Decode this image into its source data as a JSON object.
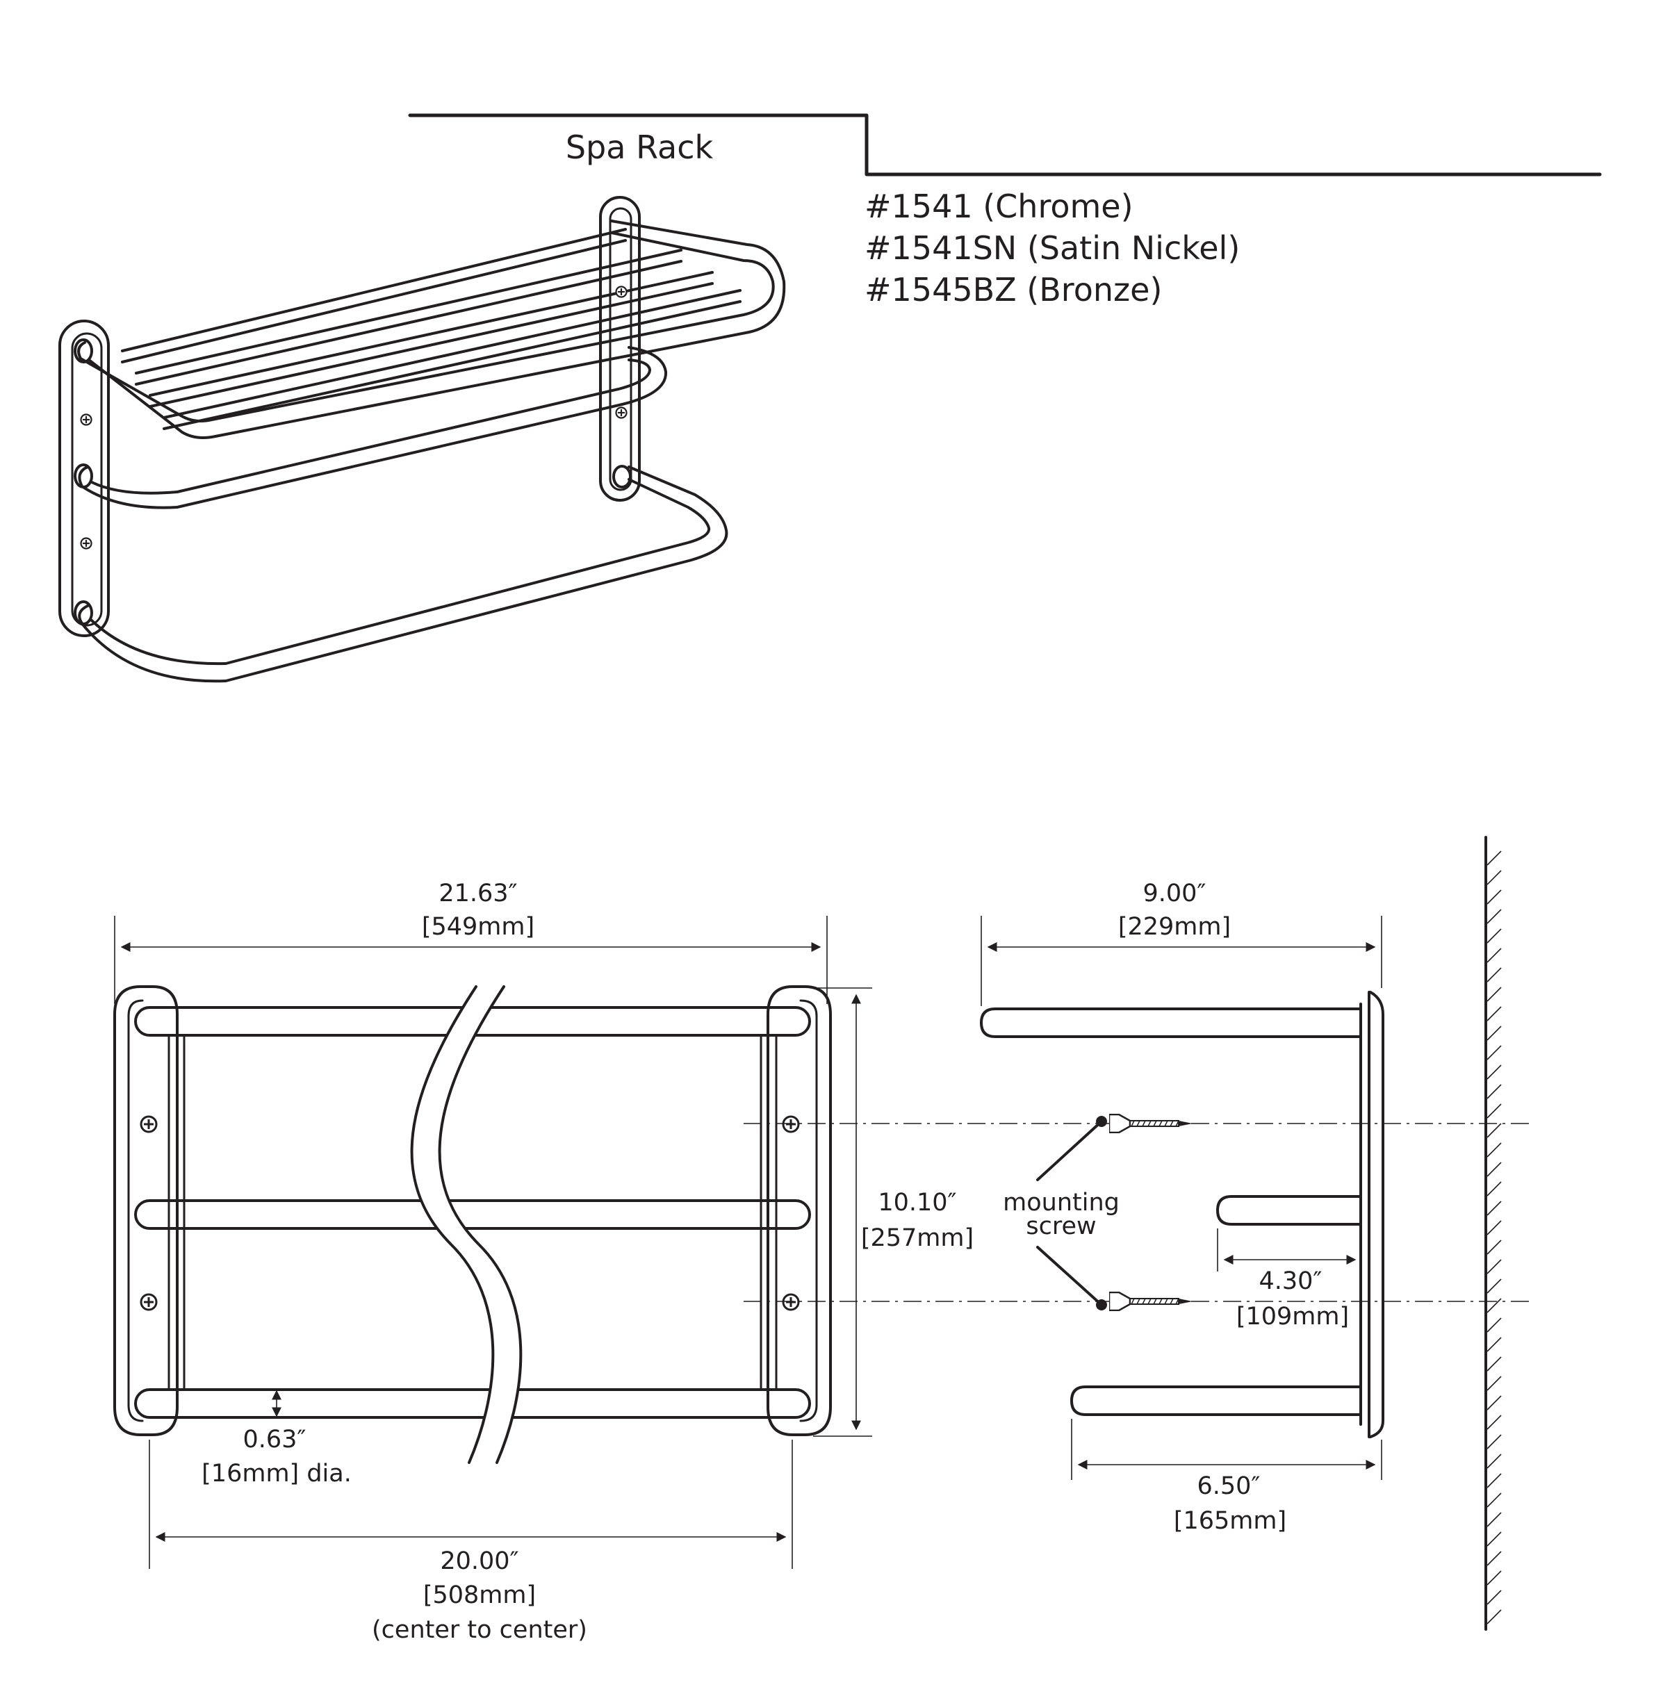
{
  "header": {
    "title": "Spa Rack",
    "models": [
      "#1541 (Chrome)",
      "#1541SN (Satin Nickel)",
      "#1545BZ (Bronze)"
    ]
  },
  "dimensions": {
    "overall_width": {
      "imperial": "21.63″",
      "metric": "[549mm]"
    },
    "center_to_center": {
      "imperial": "20.00″",
      "metric": "[508mm]",
      "note": "(center to center)"
    },
    "height": {
      "imperial": "10.10″",
      "metric": "[257mm]"
    },
    "tube_diameter": {
      "imperial": "0.63″",
      "metric": "[16mm] dia."
    },
    "top_projection": {
      "imperial": "9.00″",
      "metric": "[229mm]"
    },
    "middle_projection": {
      "imperial": "4.30″",
      "metric": "[109mm]"
    },
    "bottom_projection": {
      "imperial": "6.50″",
      "metric": "[165mm]"
    }
  },
  "callouts": {
    "mounting_screw_line1": "mounting",
    "mounting_screw_line2": "screw"
  },
  "icons": [
    "screw-head-icon",
    "mounting-screw-icon",
    "wall-hatch"
  ],
  "colors": {
    "line": "#231f20",
    "background": "#ffffff"
  }
}
